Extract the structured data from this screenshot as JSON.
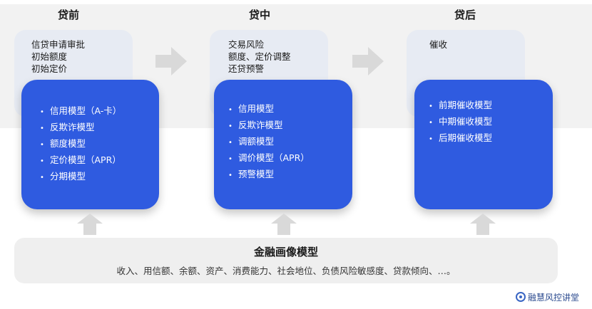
{
  "stages": [
    {
      "title": "贷前",
      "back_items": [
        "信贷申请审批",
        "初始额度",
        "初始定价"
      ],
      "models": [
        "信用模型（A-卡）",
        "反欺诈模型",
        "额度模型",
        "定价模型（APR）",
        "分期模型"
      ]
    },
    {
      "title": "贷中",
      "back_items": [
        "交易风险",
        "额度、定价调整",
        "还贷预警"
      ],
      "models": [
        "信用模型",
        "反欺诈模型",
        "调额模型",
        "调价模型（APR）",
        "预警模型"
      ]
    },
    {
      "title": "贷后",
      "back_items": [
        "催收"
      ],
      "models": [
        "前期催收模型",
        "中期催收模型",
        "后期催收模型"
      ]
    }
  ],
  "bottom": {
    "title": "金融画像模型",
    "description": "收入、用信额、余额、资产、消费能力、社会地位、负债风险敏感度、贷款倾向、…。"
  },
  "logo": {
    "text": "融慧风控讲堂"
  },
  "colors": {
    "card_blue": "#2f5be0",
    "arrow_gray": "#d9d9d9",
    "band": "#f2f2f2"
  }
}
